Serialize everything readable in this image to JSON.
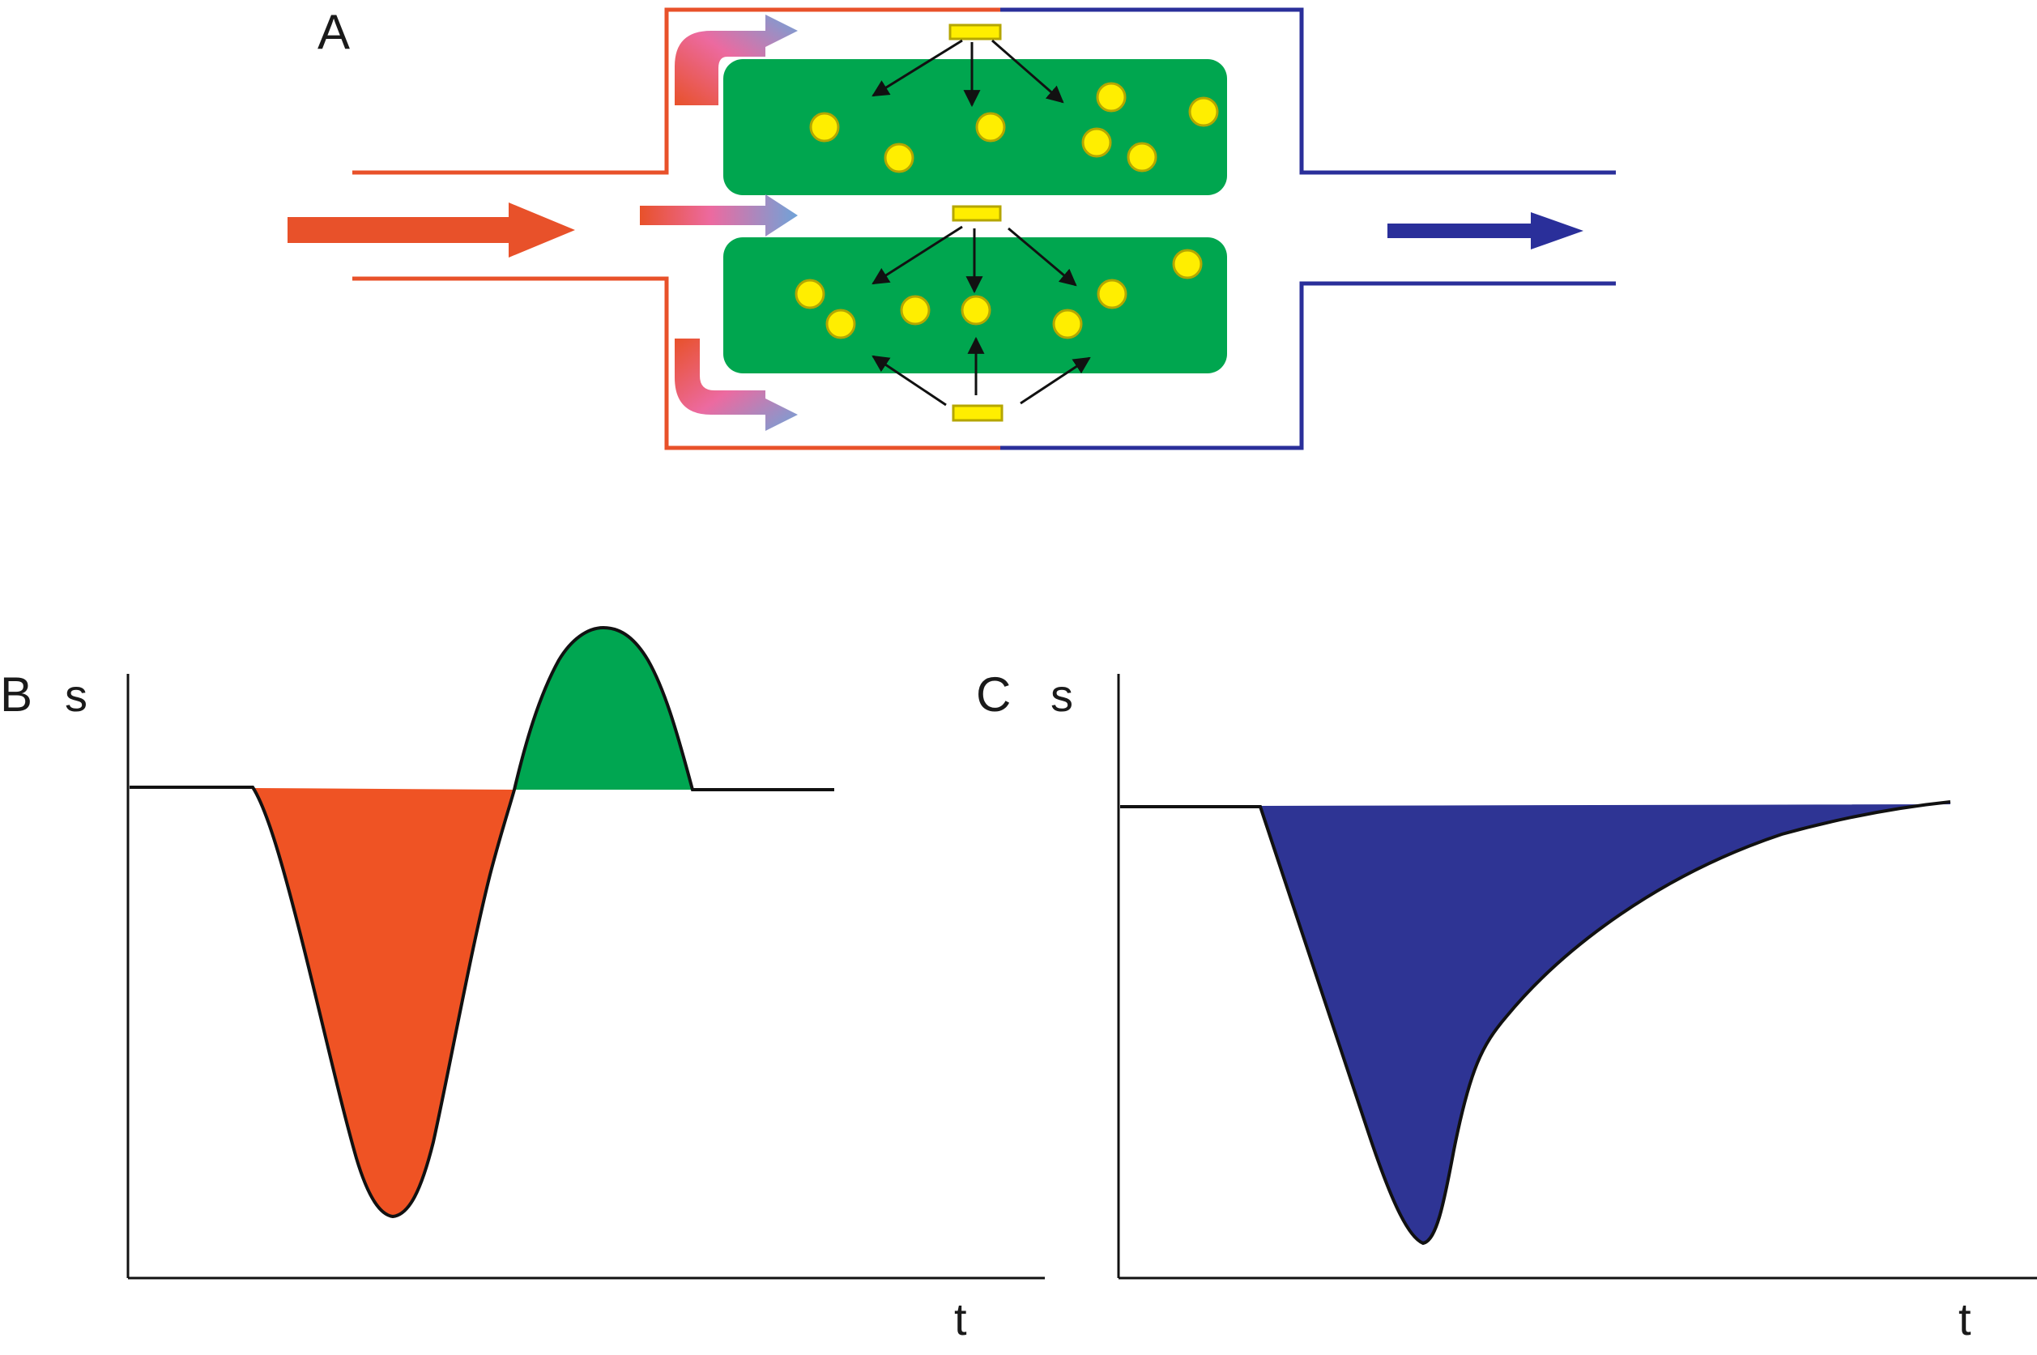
{
  "panels": {
    "a": {
      "label": "A"
    },
    "b": {
      "label": "B",
      "y_label": "s",
      "x_label": "t"
    },
    "c": {
      "label": "C",
      "y_label": "s",
      "x_label": "t"
    }
  },
  "colors": {
    "arterial": "#e8512a",
    "venous": "#2a2f9a",
    "capillary_transition": "#6fa3d8",
    "tissue": "#00a64f",
    "particle": "#ffee00",
    "particle_outline": "#b5a600",
    "curve_b_negative": "#ef5324",
    "curve_b_positive": "#00a651",
    "curve_c_fill": "#2e3494",
    "line": "#111111"
  },
  "icons": {
    "inflow": "arterial-inflow-arrow-icon",
    "outflow": "venous-outflow-arrow-icon",
    "source": "contrast-source-bar-icon",
    "particle": "contrast-particle-icon"
  }
}
